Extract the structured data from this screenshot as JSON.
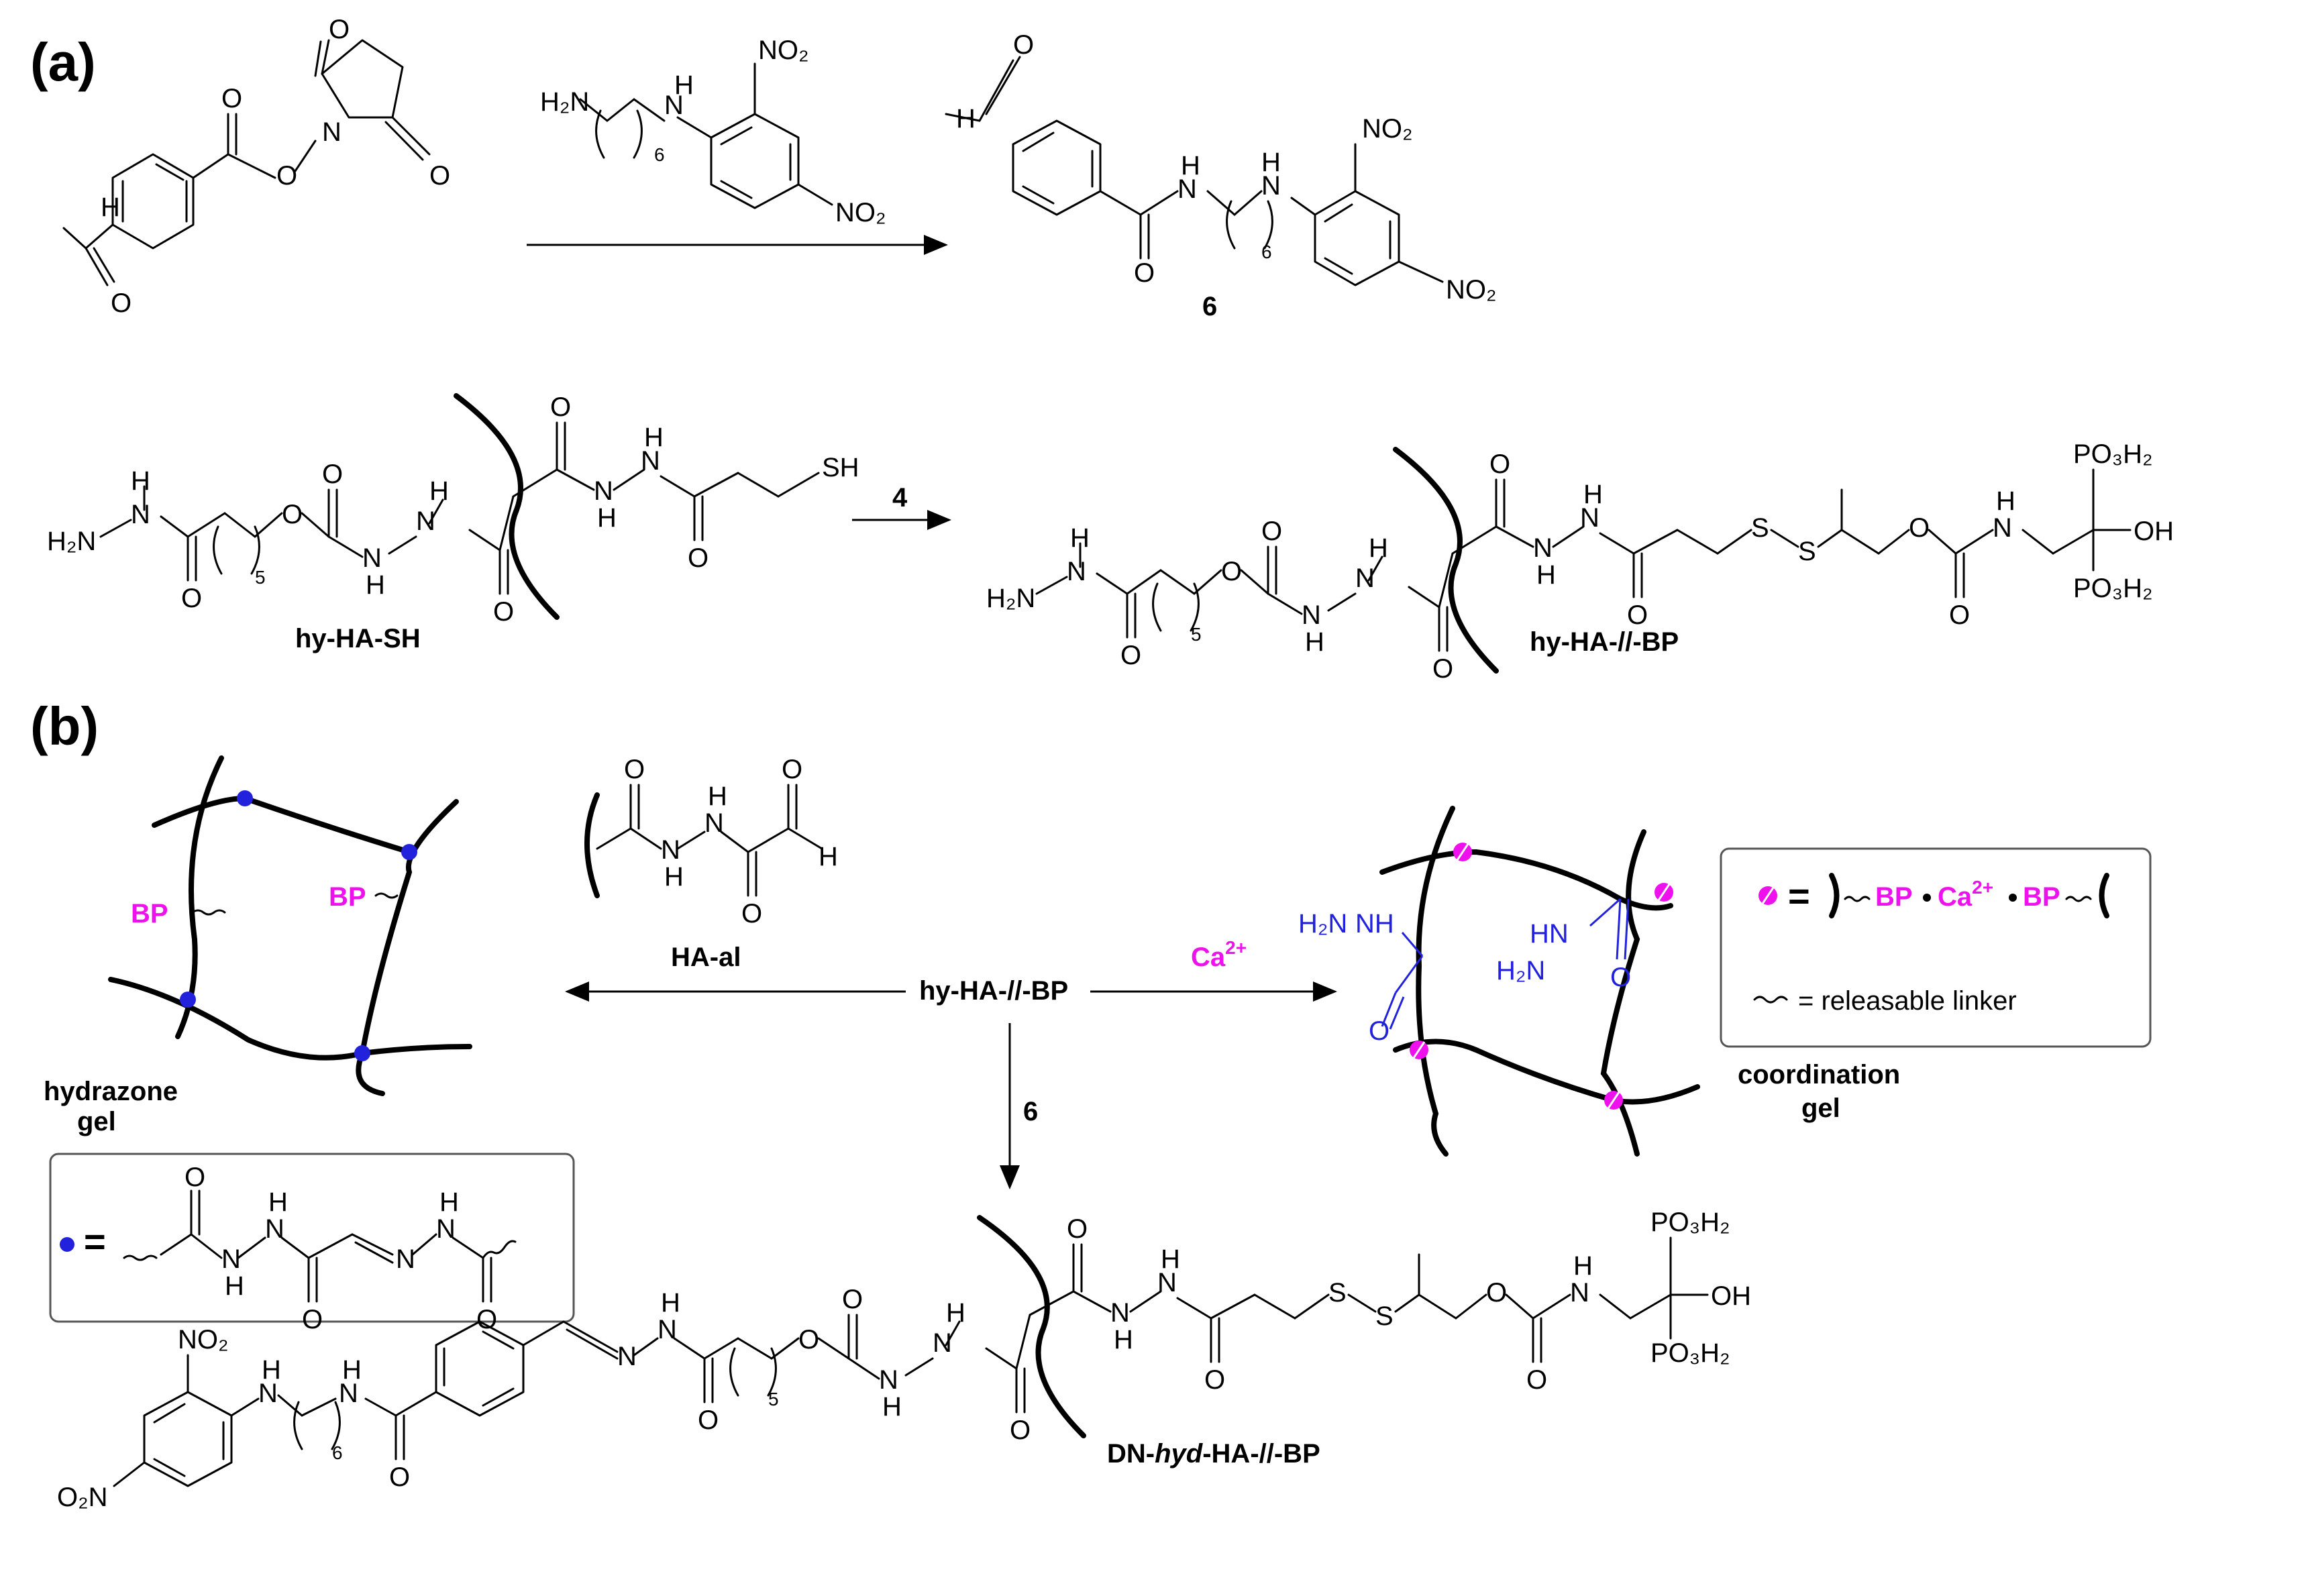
{
  "panel_labels": {
    "a": "(a)",
    "b": "(b)"
  },
  "compounds": {
    "product_6": "6",
    "hy_ha_sh": "hy-HA-SH",
    "hy_ha_bp": "hy-HA-//-BP",
    "ha_al": "HA-al",
    "hub": "hy-HA-//-BP",
    "dn_prefix": "DN-",
    "dn_italic": "hyd",
    "dn_suffix": "-HA-//-BP"
  },
  "reagents": {
    "reagent_4": "4",
    "reagent_6": "6",
    "ca_ion": "Ca",
    "ca_charge": "2+"
  },
  "gels": {
    "hydrazone_line1": "hydrazone",
    "hydrazone_line2": "gel",
    "coordination_line1": "coordination",
    "coordination_line2": "gel"
  },
  "labels": {
    "bp": "BP"
  },
  "legend_coordination": {
    "equals": "=",
    "bp1": "BP",
    "ca": "Ca",
    "ca_charge": "2+",
    "bp2": "BP",
    "linker_text": "= releasable linker"
  },
  "legend_hydrazone": {
    "equals": "="
  },
  "atoms": {
    "H": "H",
    "O": "O",
    "N": "N",
    "NH": "NH",
    "HN": "HN",
    "H2N": "H₂N",
    "NO2": "NO₂",
    "O2N": "O₂N",
    "SH": "SH",
    "S": "S",
    "OH": "OH",
    "PO3H2": "PO₃H₂",
    "five": "5",
    "six": "6"
  },
  "colors": {
    "magenta": "#ee11ee",
    "blue": "#2222dd",
    "black": "#000000"
  }
}
